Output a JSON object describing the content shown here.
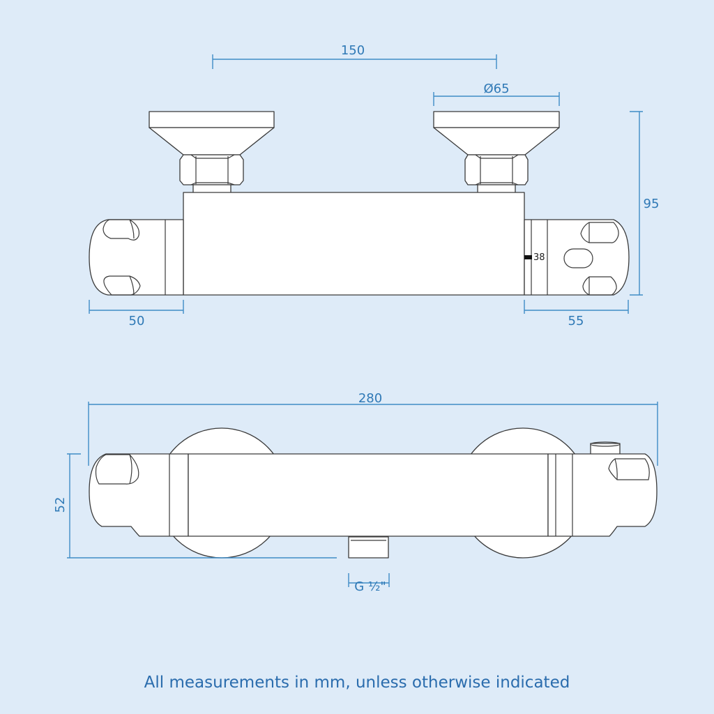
{
  "top_view": {
    "dim_centers": "150",
    "dim_plate_diameter": "Ø65",
    "dim_depth": "95",
    "dim_left_cap": "50",
    "dim_right_cap": "55",
    "temp_marker": "38"
  },
  "front_view": {
    "dim_length": "280",
    "dim_height": "52",
    "dim_outlet": "G ½\""
  },
  "footer": {
    "note": "All measurements in mm, unless otherwise indicated"
  },
  "colors": {
    "background": "#deebf8",
    "dimension": "#3f8cc6",
    "text": "#2a6cad"
  }
}
